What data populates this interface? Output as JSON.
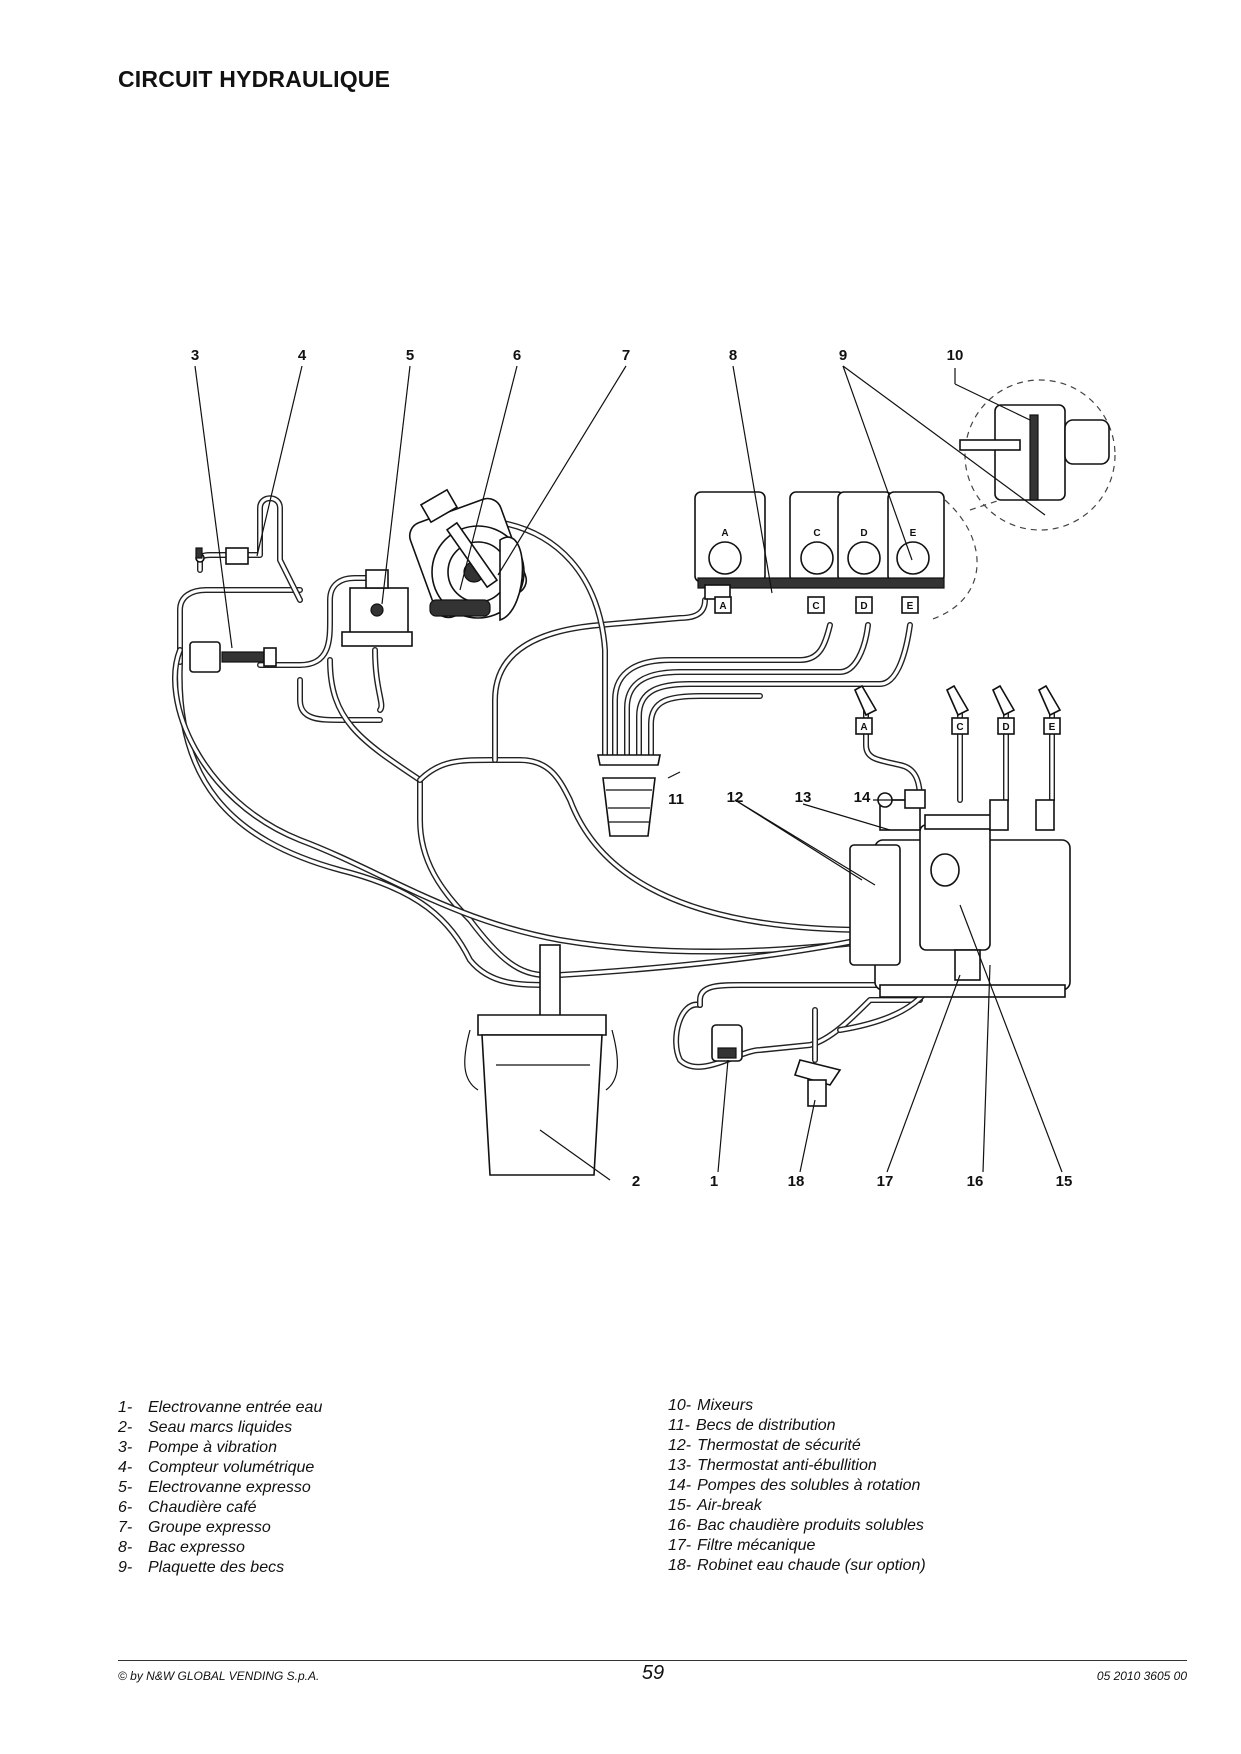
{
  "page": {
    "title": "CIRCUIT HYDRAULIQUE"
  },
  "diagram": {
    "callouts": [
      "1",
      "2",
      "3",
      "4",
      "5",
      "6",
      "7",
      "8",
      "9",
      "10",
      "11",
      "12",
      "13",
      "14",
      "15",
      "16",
      "17",
      "18"
    ],
    "canister_letters": [
      "A",
      "C",
      "D",
      "E"
    ],
    "spout_tags": [
      "A",
      "C",
      "D",
      "E"
    ]
  },
  "legend": {
    "left": [
      {
        "num": "1-",
        "label": "Electrovanne entrée eau"
      },
      {
        "num": "2-",
        "label": "Seau marcs liquides"
      },
      {
        "num": "3-",
        "label": "Pompe à vibration"
      },
      {
        "num": "4-",
        "label": "Compteur volumétrique"
      },
      {
        "num": "5-",
        "label": "Electrovanne expresso"
      },
      {
        "num": "6-",
        "label": "Chaudière café"
      },
      {
        "num": "7-",
        "label": "Groupe expresso"
      },
      {
        "num": "8-",
        "label": "Bac expresso"
      },
      {
        "num": "9-",
        "label": "Plaquette des becs"
      }
    ],
    "right": [
      {
        "num": "10-",
        "label": "Mixeurs"
      },
      {
        "num": "11-",
        "label": "Becs de distribution"
      },
      {
        "num": "12-",
        "label": "Thermostat de sécurité"
      },
      {
        "num": "13-",
        "label": "Thermostat anti-ébullition"
      },
      {
        "num": "14-",
        "label": "Pompes des solubles à rotation"
      },
      {
        "num": "15-",
        "label": "Air-break"
      },
      {
        "num": "16-",
        "label": "Bac chaudière produits solubles"
      },
      {
        "num": "17-",
        "label": "Filtre mécanique"
      },
      {
        "num": "18-",
        "label": "Robinet eau chaude (sur option)"
      }
    ]
  },
  "footer": {
    "copyright": "© by N&W GLOBAL VENDING S.p.A.",
    "page_number": "59",
    "doc_code": "05 2010 3605 00"
  }
}
